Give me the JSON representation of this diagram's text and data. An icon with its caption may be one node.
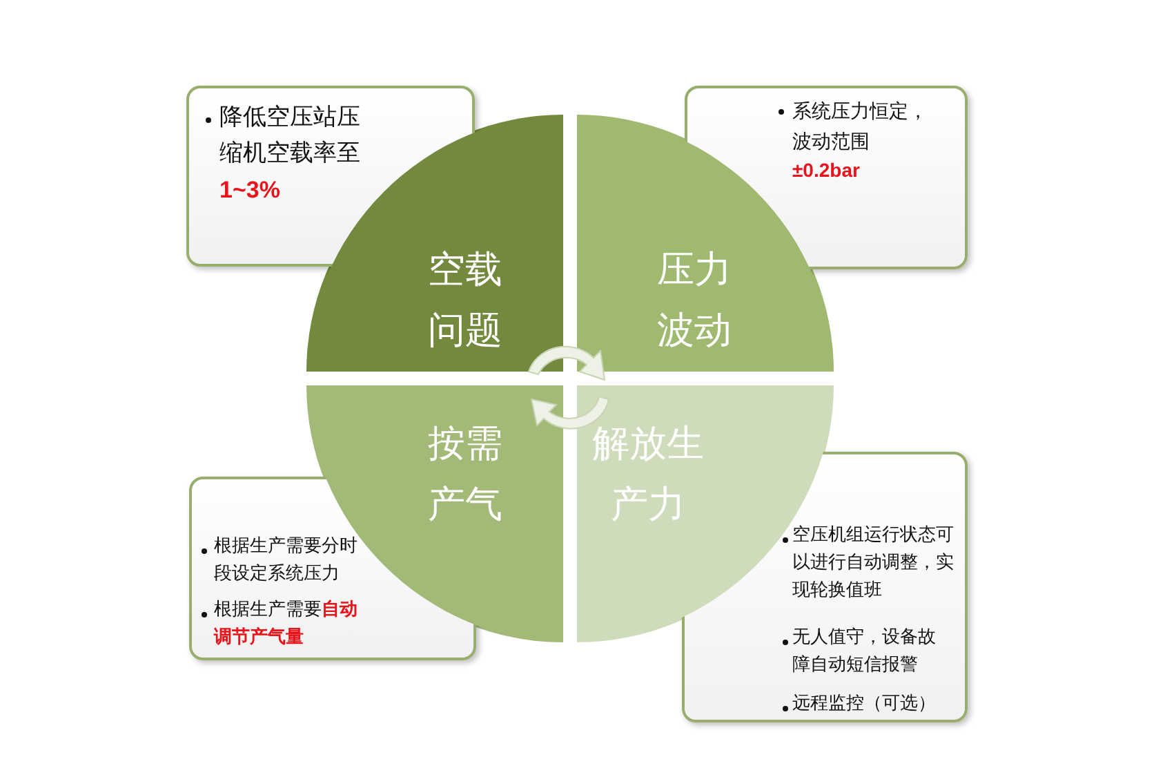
{
  "diagram": {
    "nodes": [
      {
        "text": [
          "降低空压站压缩机空载率至**1~3%**"
        ]
      },
      {
        "text": [
          "系统压力恒定，波动范围**±0.2bar**"
        ]
      },
      {
        "text": [
          "根据生产需要分时段设定系统压力",
          "根据生产需要**自动调节产气量**"
        ]
      },
      {
        "text": [
          "空压机组运行状态可以进行自动调整，实现轮换值班",
          "无人值守，设备故障自动短信报警",
          "远程监控（可选）"
        ]
      },
      {
        "text": [
          "空载问题"
        ]
      },
      {
        "text": [
          "压力波动"
        ]
      },
      {
        "text": [
          "按需产气"
        ]
      },
      {
        "text": [
          "解放生产力"
        ]
      }
    ]
  }
}
